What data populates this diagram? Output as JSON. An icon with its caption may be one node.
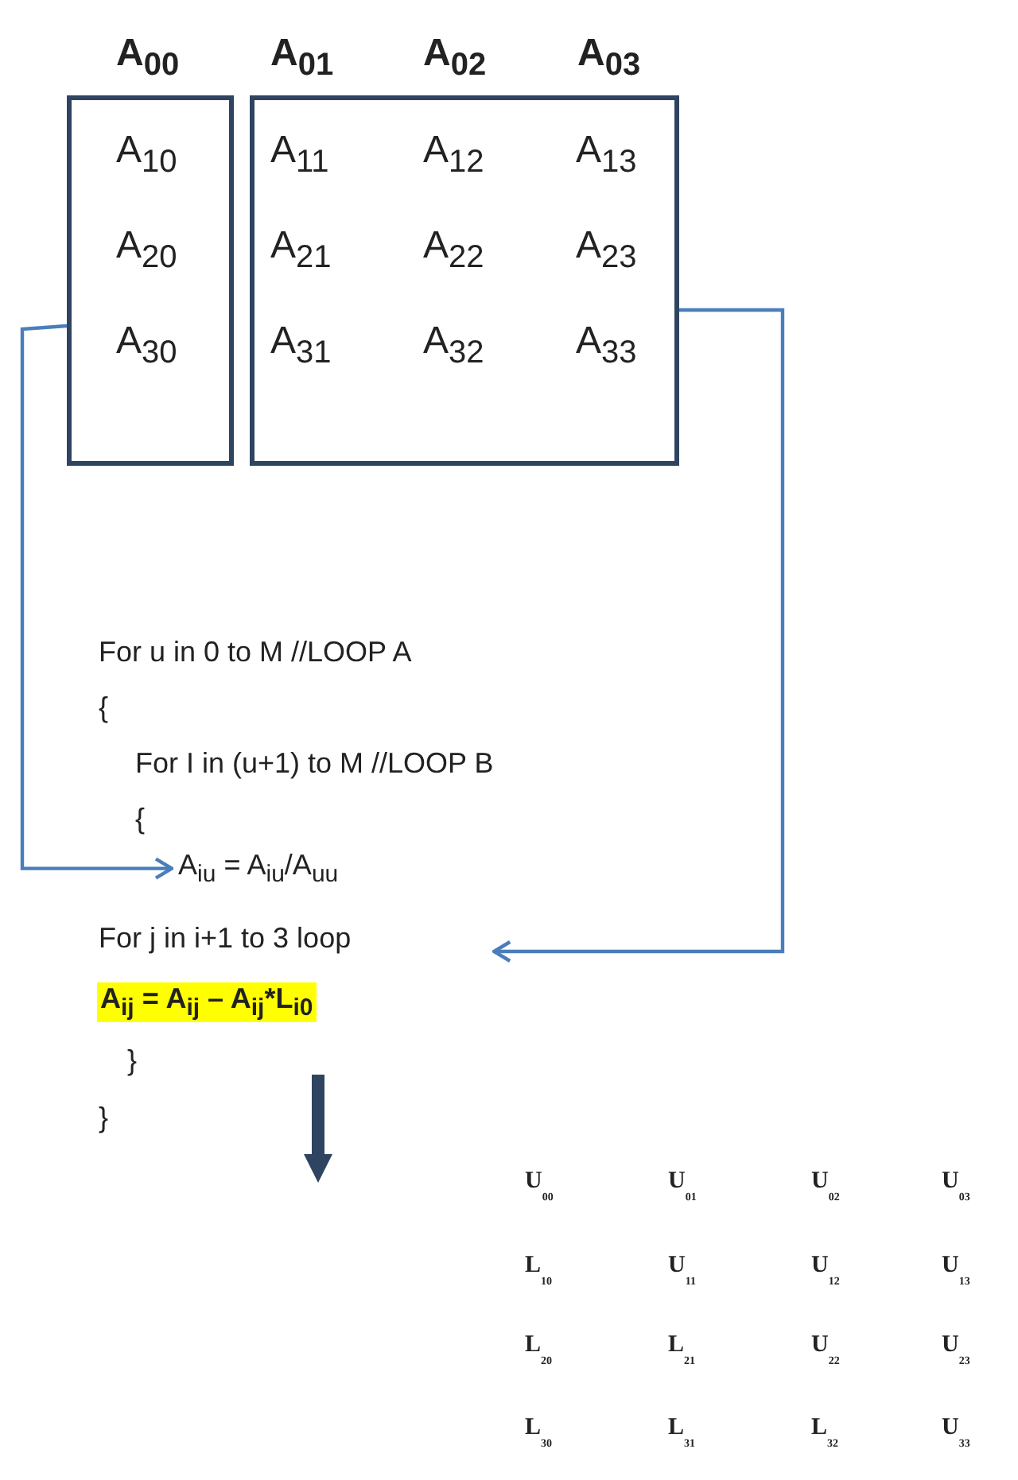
{
  "diagram": {
    "nodes": [
      {
        "text": [
          "A$_{10}$",
          "A$_{20}$",
          "A$_{30}$"
        ]
      },
      {
        "text": [
          "A$_{11}$",
          "A$_{12}$",
          "A$_{13}$",
          "A$_{21}$",
          "A$_{22}$",
          "A$_{23}$",
          "A$_{31}$",
          "A$_{32}$",
          "A$_{33}$"
        ]
      },
      {
        "text": [
          "A$_{iu}$ = A$_{iu}$/A$_{uu}$"
        ]
      },
      {
        "text": [
          "For j in i+1 to 3 loop"
        ]
      },
      {
        "text": [
          "A$_{ij}$ = A$_{ij}$ – A$_{ij}$*L$_{i0}$"
        ]
      }
    ],
    "edges": [
      {
        "from": 0,
        "to": 2,
        "arrow": "to"
      },
      {
        "from": 1,
        "to": 3,
        "arrow": "to"
      }
    ],
    "labels": [
      "A$_{00}$",
      "A$_{01}$",
      "A$_{02}$",
      "A$_{03}$",
      "For u in 0 to M //LOOP A",
      "{",
      "For I in (u+1) to M //LOOP B",
      "{",
      "}",
      "}",
      "U$_{00}$",
      "U$_{01}$",
      "U$_{02}$",
      "U$_{03}$",
      "L$_{10}$",
      "U$_{11}$",
      "U$_{12}$",
      "U$_{13}$",
      "L$_{20}$",
      "L$_{21}$",
      "U$_{22}$",
      "U$_{23}$",
      "L$_{30}$",
      "L$_{31}$",
      "L$_{32}$",
      "U$_{33}$"
    ]
  }
}
